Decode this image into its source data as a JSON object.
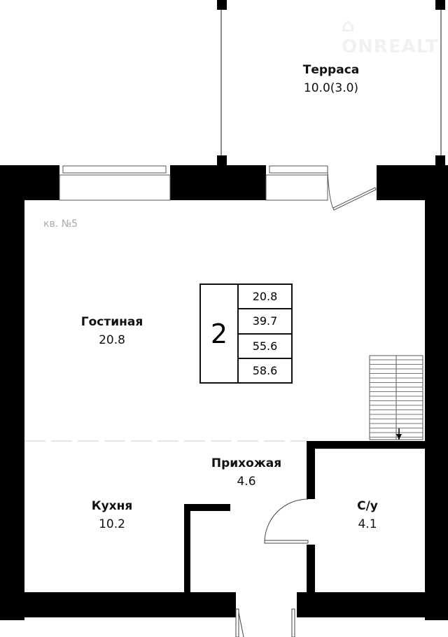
{
  "watermark": "ONREALT",
  "apartment_label": "кв. №5",
  "rooms": [
    {
      "name": "Терраса",
      "area": "10.0(3.0)"
    },
    {
      "name": "Гостиная",
      "area": "20.8"
    },
    {
      "name": "Прихожая",
      "area": "4.6"
    },
    {
      "name": "Кухня",
      "area": "10.2"
    },
    {
      "name": "С/у",
      "area": "4.1"
    }
  ],
  "summary": {
    "room_count": "2",
    "values": [
      "20.8",
      "39.7",
      "55.6",
      "58.6"
    ]
  },
  "colors": {
    "wall": "#000000",
    "line": "#555555",
    "divider": "#dddddd"
  }
}
